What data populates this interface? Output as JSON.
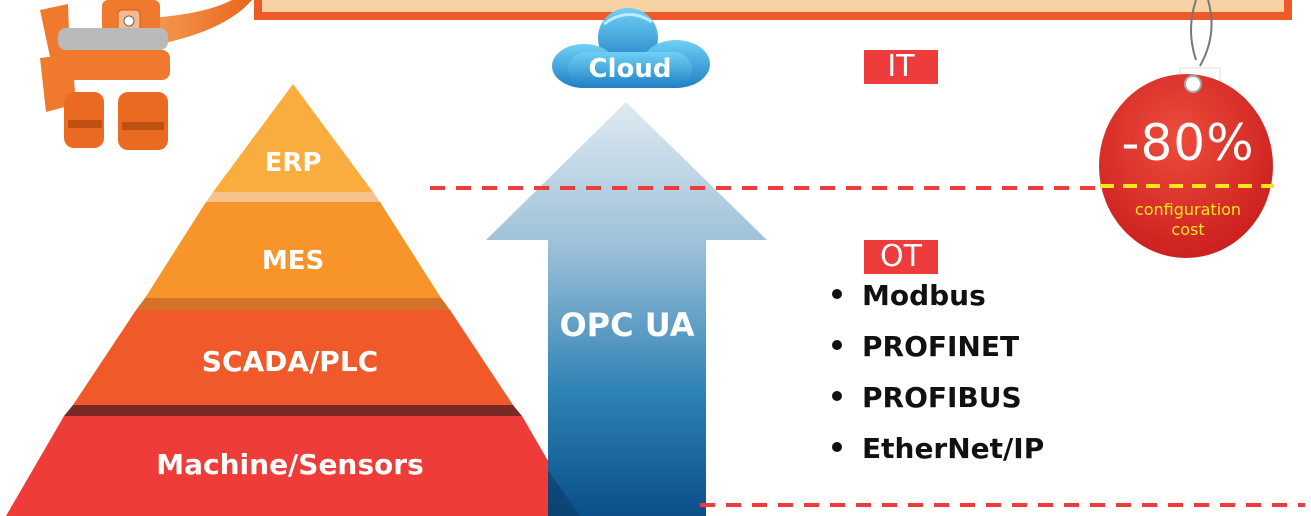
{
  "pyramid": {
    "layers": [
      "ERP",
      "MES",
      "SCADA/PLC",
      "Machine/Sensors"
    ],
    "colors": [
      "#f9ad3e",
      "#f7942a",
      "#f05a2a",
      "#ee3c39"
    ]
  },
  "cloud": {
    "label": "Cloud"
  },
  "arrow": {
    "label": "OPC UA"
  },
  "it_tag": {
    "label": "IT"
  },
  "ot_tag": {
    "label": "OT"
  },
  "protocols": [
    "Modbus",
    "PROFINET",
    "PROFIBUS",
    "EtherNet/IP"
  ],
  "price_tag": {
    "value": "-80%",
    "caption_line1": "configuration",
    "caption_line2": "cost"
  },
  "colors": {
    "accent_red": "#ee3c3c",
    "banner_fill": "#f9d2a3",
    "banner_border": "#f05a28",
    "divider": "#ee3c3c",
    "tag_yellow": "#f8e71c"
  }
}
